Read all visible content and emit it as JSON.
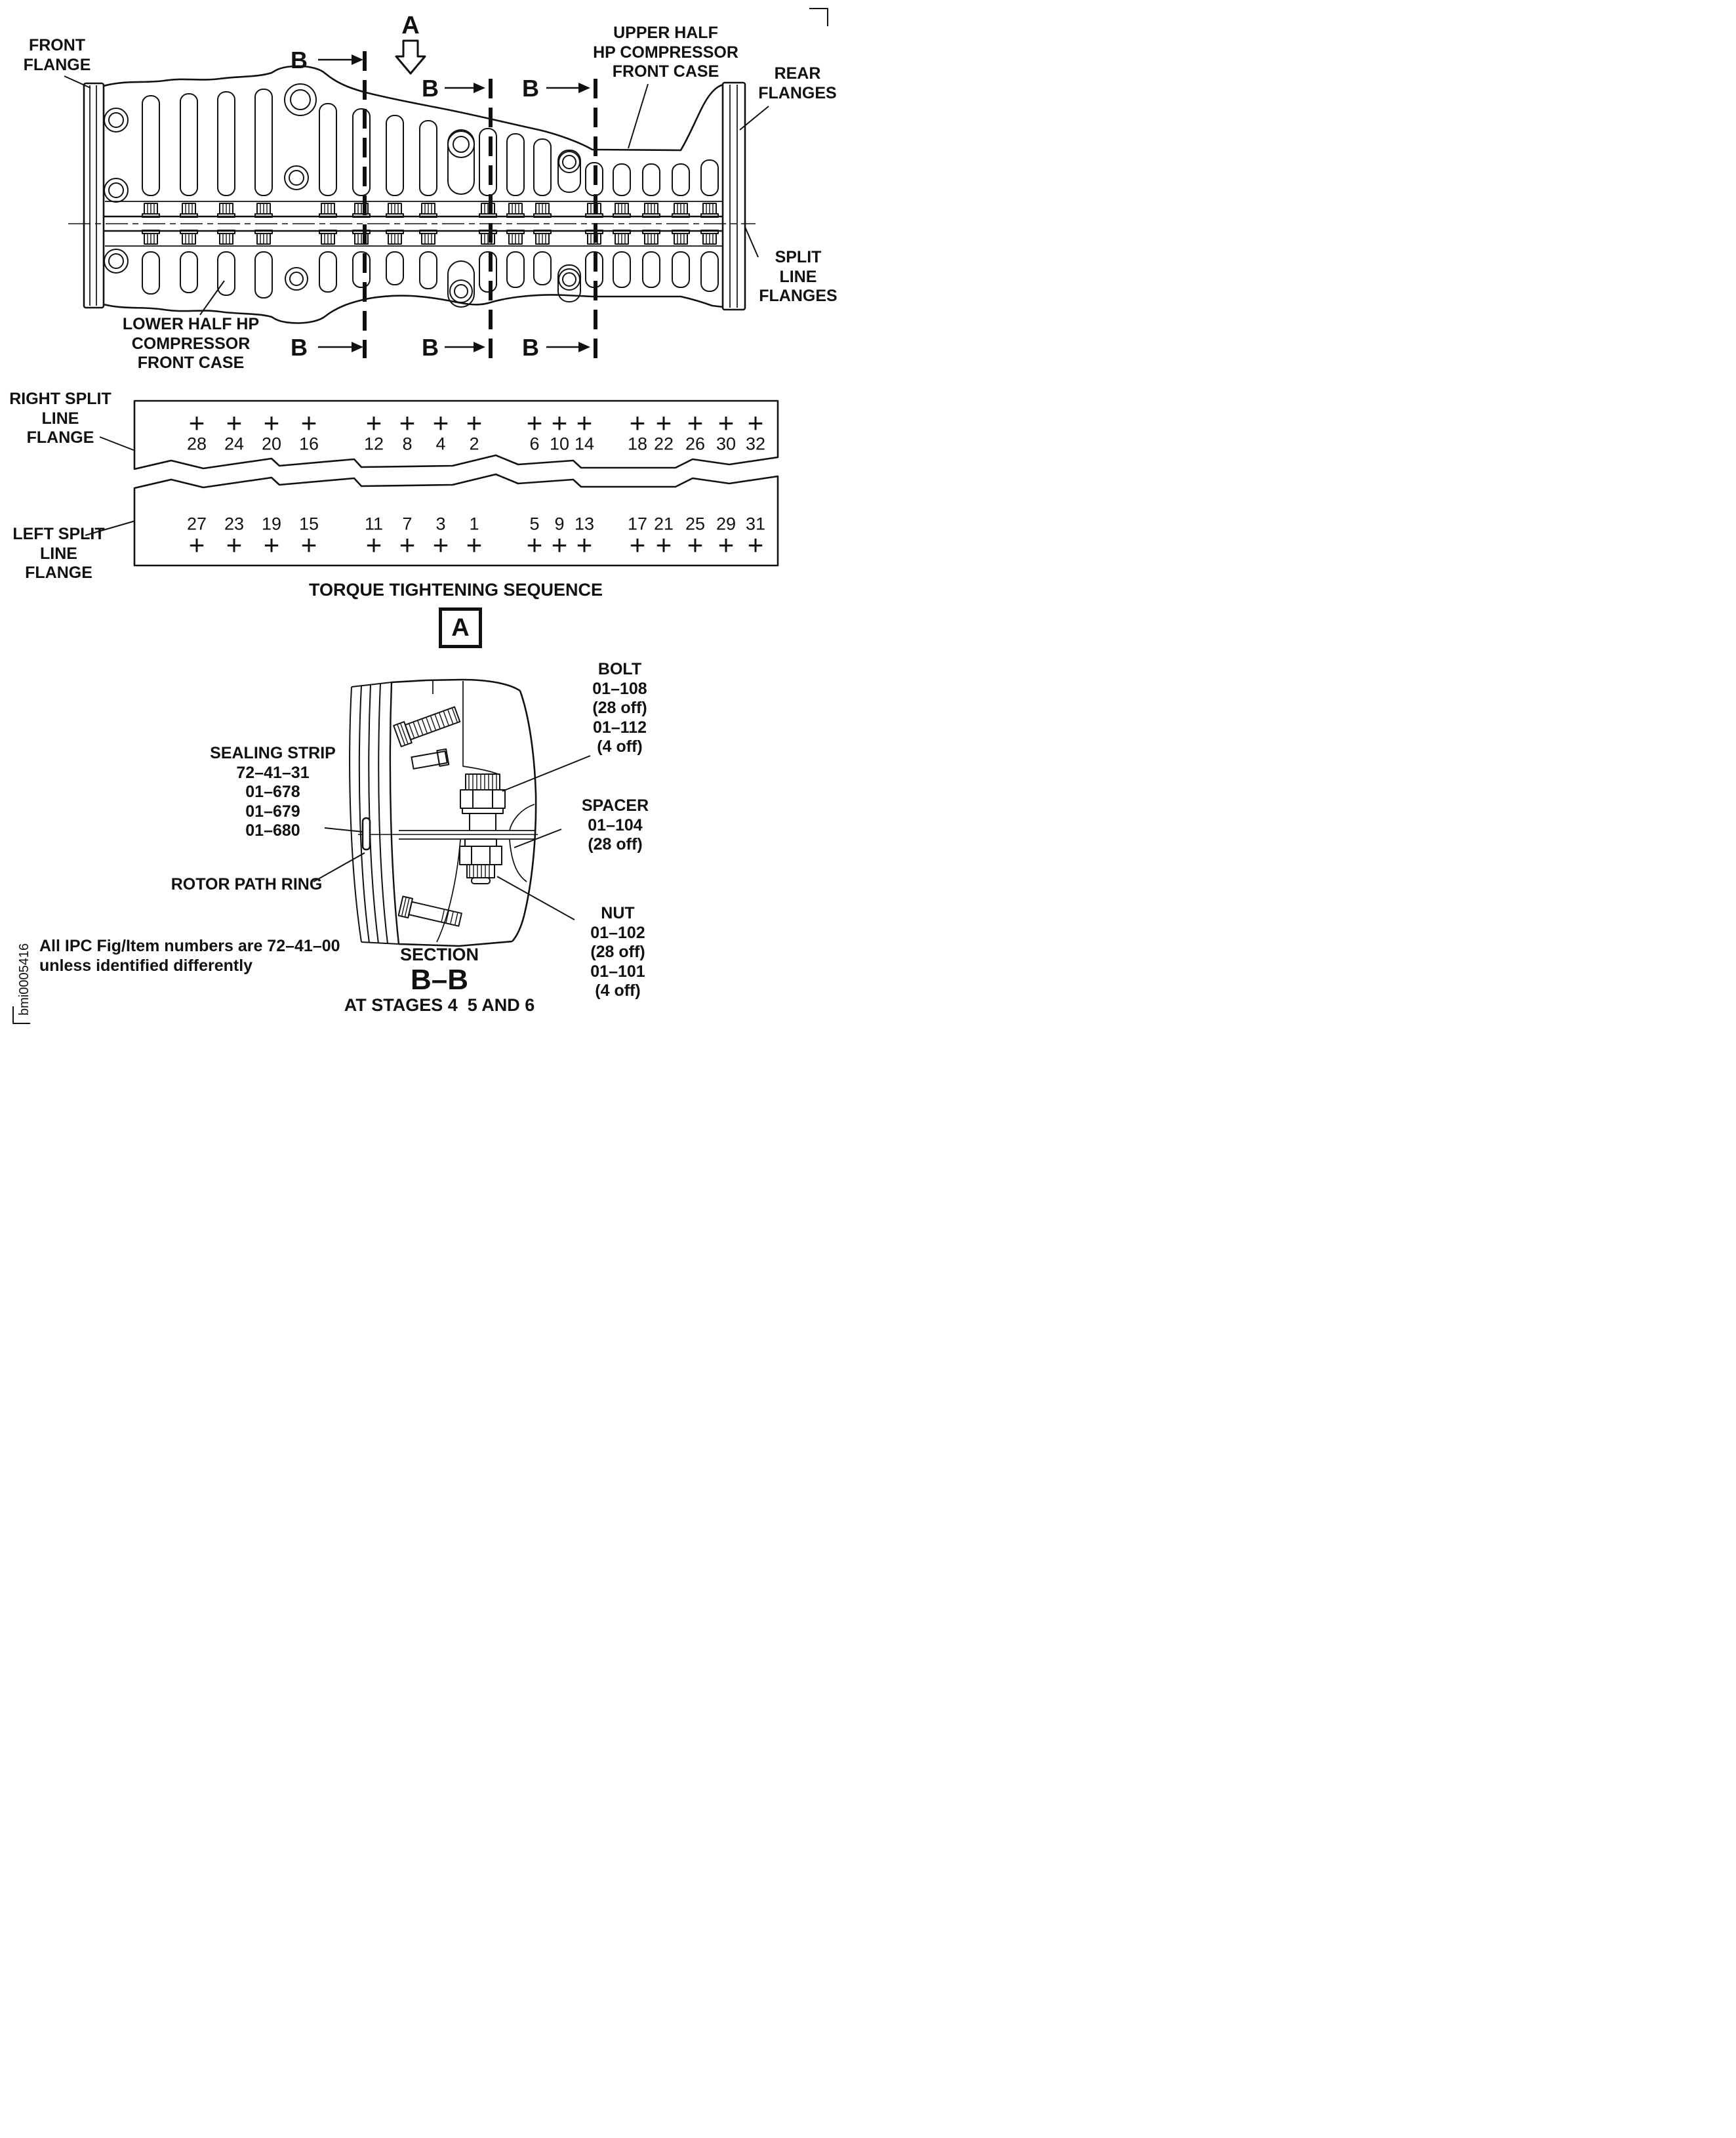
{
  "figure": {
    "ink_color": "#111111",
    "top_view": {
      "section_marker_a": "A",
      "section_marker_b": "B",
      "labels": {
        "front_flange": [
          "FRONT",
          "FLANGE"
        ],
        "upper_half": [
          "UPPER HALF",
          "HP COMPRESSOR",
          "FRONT CASE"
        ],
        "rear_flanges": [
          "REAR",
          "FLANGES"
        ],
        "split_line_flanges": [
          "SPLIT",
          "LINE",
          "FLANGES"
        ],
        "lower_half": [
          "LOWER HALF HP",
          "COMPRESSOR",
          "FRONT CASE"
        ]
      }
    },
    "torque_sequence": {
      "right_flange_label": [
        "RIGHT SPLIT",
        "LINE",
        "FLANGE"
      ],
      "left_flange_label": [
        "LEFT SPLIT",
        "LINE",
        "FLANGE"
      ],
      "caption": "TORQUE TIGHTENING SEQUENCE",
      "detail_marker": "A",
      "top_row_groups": [
        [
          28,
          24,
          20,
          16
        ],
        [
          12,
          8,
          4,
          2
        ],
        [
          6,
          10,
          14
        ],
        [
          18,
          22,
          26,
          30,
          32
        ]
      ],
      "bottom_row_groups": [
        [
          27,
          23,
          19,
          15
        ],
        [
          11,
          7,
          3,
          1
        ],
        [
          5,
          9,
          13
        ],
        [
          17,
          21,
          25,
          29,
          31
        ]
      ]
    },
    "section_bb": {
      "bolt_label": [
        "BOLT",
        "01–108",
        "(28 off)",
        "01–112",
        "(4 off)"
      ],
      "sealing_strip_label": [
        "SEALING STRIP",
        "72–41–31",
        "01–678",
        "01–679",
        "01–680"
      ],
      "spacer_label": [
        "SPACER",
        "01–104",
        "(28 off)"
      ],
      "rotor_path_ring_label": "ROTOR PATH RING",
      "nut_label": [
        "NUT",
        "01–102",
        "(28 off)",
        "01–101",
        "(4 off)"
      ],
      "section_title": "SECTION",
      "section_name": "B–B",
      "section_subtitle": "AT STAGES 4  5 AND 6"
    },
    "footnote": [
      "All IPC Fig/Item numbers are 72–41–00",
      "unless identified differently"
    ],
    "doc_id": "bmi0005416"
  }
}
